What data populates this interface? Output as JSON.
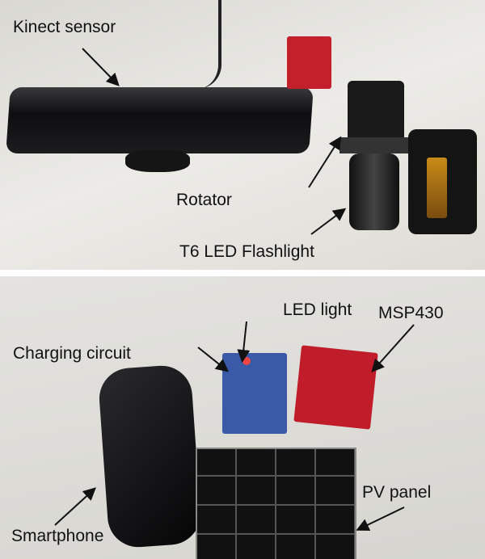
{
  "top_photo": {
    "labels": {
      "kinect": "Kinect sensor",
      "rotator": "Rotator",
      "flashlight": "T6 LED Flashlight"
    }
  },
  "bottom_photo": {
    "labels": {
      "led": "LED light",
      "charging": "Charging circuit",
      "msp": "MSP430",
      "pv": "PV panel",
      "phone": "Smartphone"
    }
  }
}
